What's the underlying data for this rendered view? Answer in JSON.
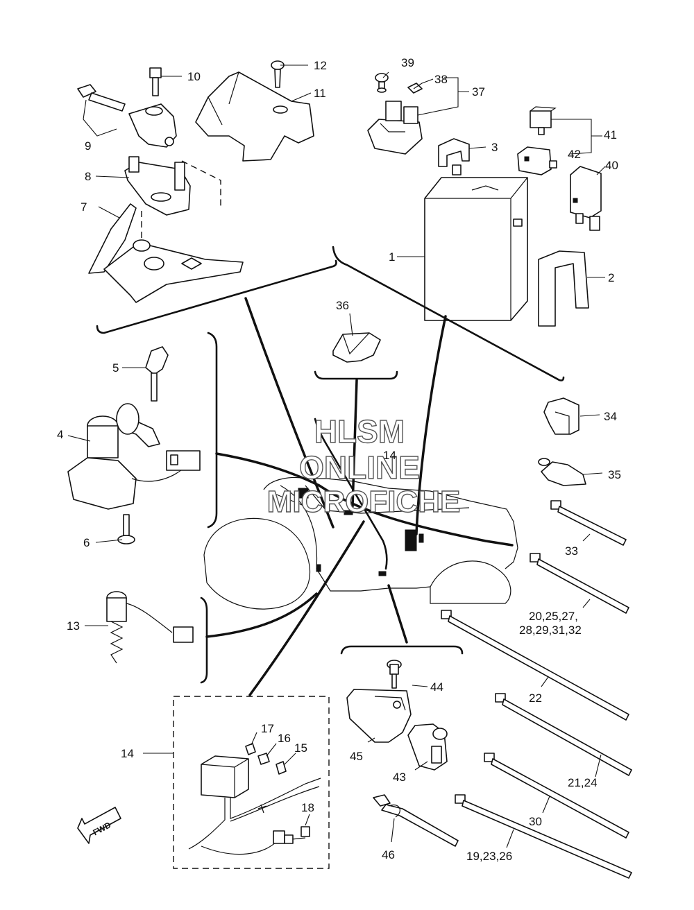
{
  "watermark": [
    "HLSM",
    "ONLINE",
    "MICROFICHE"
  ],
  "fwd_label": "FWD",
  "callouts": {
    "c1": "1",
    "c2": "2",
    "c3": "3",
    "c4": "4",
    "c5": "5",
    "c6": "6",
    "c7": "7",
    "c8": "8",
    "c9": "9",
    "c10": "10",
    "c11": "11",
    "c12": "12",
    "c13": "13",
    "c14a": "14",
    "c14b": "14",
    "c15": "15",
    "c16": "16",
    "c17": "17",
    "c18": "18",
    "c19": "19,23,26",
    "c20a": "20,25,27,",
    "c20b": "28,29,31,32",
    "c21": "21,24",
    "c22": "22",
    "c30": "30",
    "c33": "33",
    "c34": "34",
    "c35": "35",
    "c36": "36",
    "c37": "37",
    "c38": "38",
    "c39": "39",
    "c40": "40",
    "c41": "41",
    "c42": "42",
    "c43": "43",
    "c44": "44",
    "c45": "45",
    "c46": "46"
  }
}
